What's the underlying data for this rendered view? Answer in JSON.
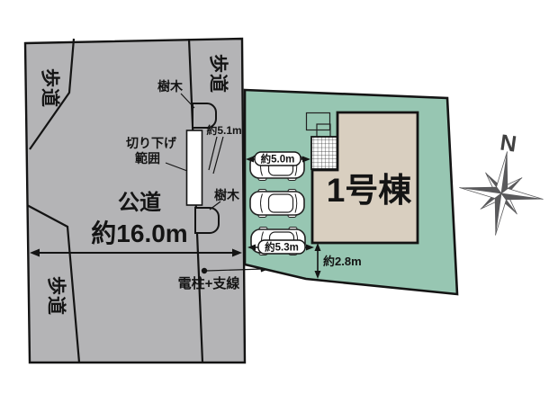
{
  "colors": {
    "road_gray": "#b4b4b6",
    "site_green": "#97c6b2",
    "building_beige": "#d9cfc0",
    "line_black": "#141414",
    "compass_gray": "#5a5a5c"
  },
  "road": {
    "type": "公道",
    "width": "約16.0m",
    "sidewalks": [
      "歩道",
      "歩道",
      "歩道"
    ],
    "trees": [
      "樹木",
      "樹木"
    ],
    "curb_cut": {
      "line1": "切り下げ",
      "line2": "範囲",
      "width": "約5.1m"
    },
    "utility_pole": "電柱+支線"
  },
  "site": {
    "building": "1号棟",
    "parking_space_1": "約5.0m",
    "parking_space_3": "約5.3m",
    "setback": "約2.8m",
    "car_count": 3
  },
  "compass": {
    "north": "N"
  }
}
